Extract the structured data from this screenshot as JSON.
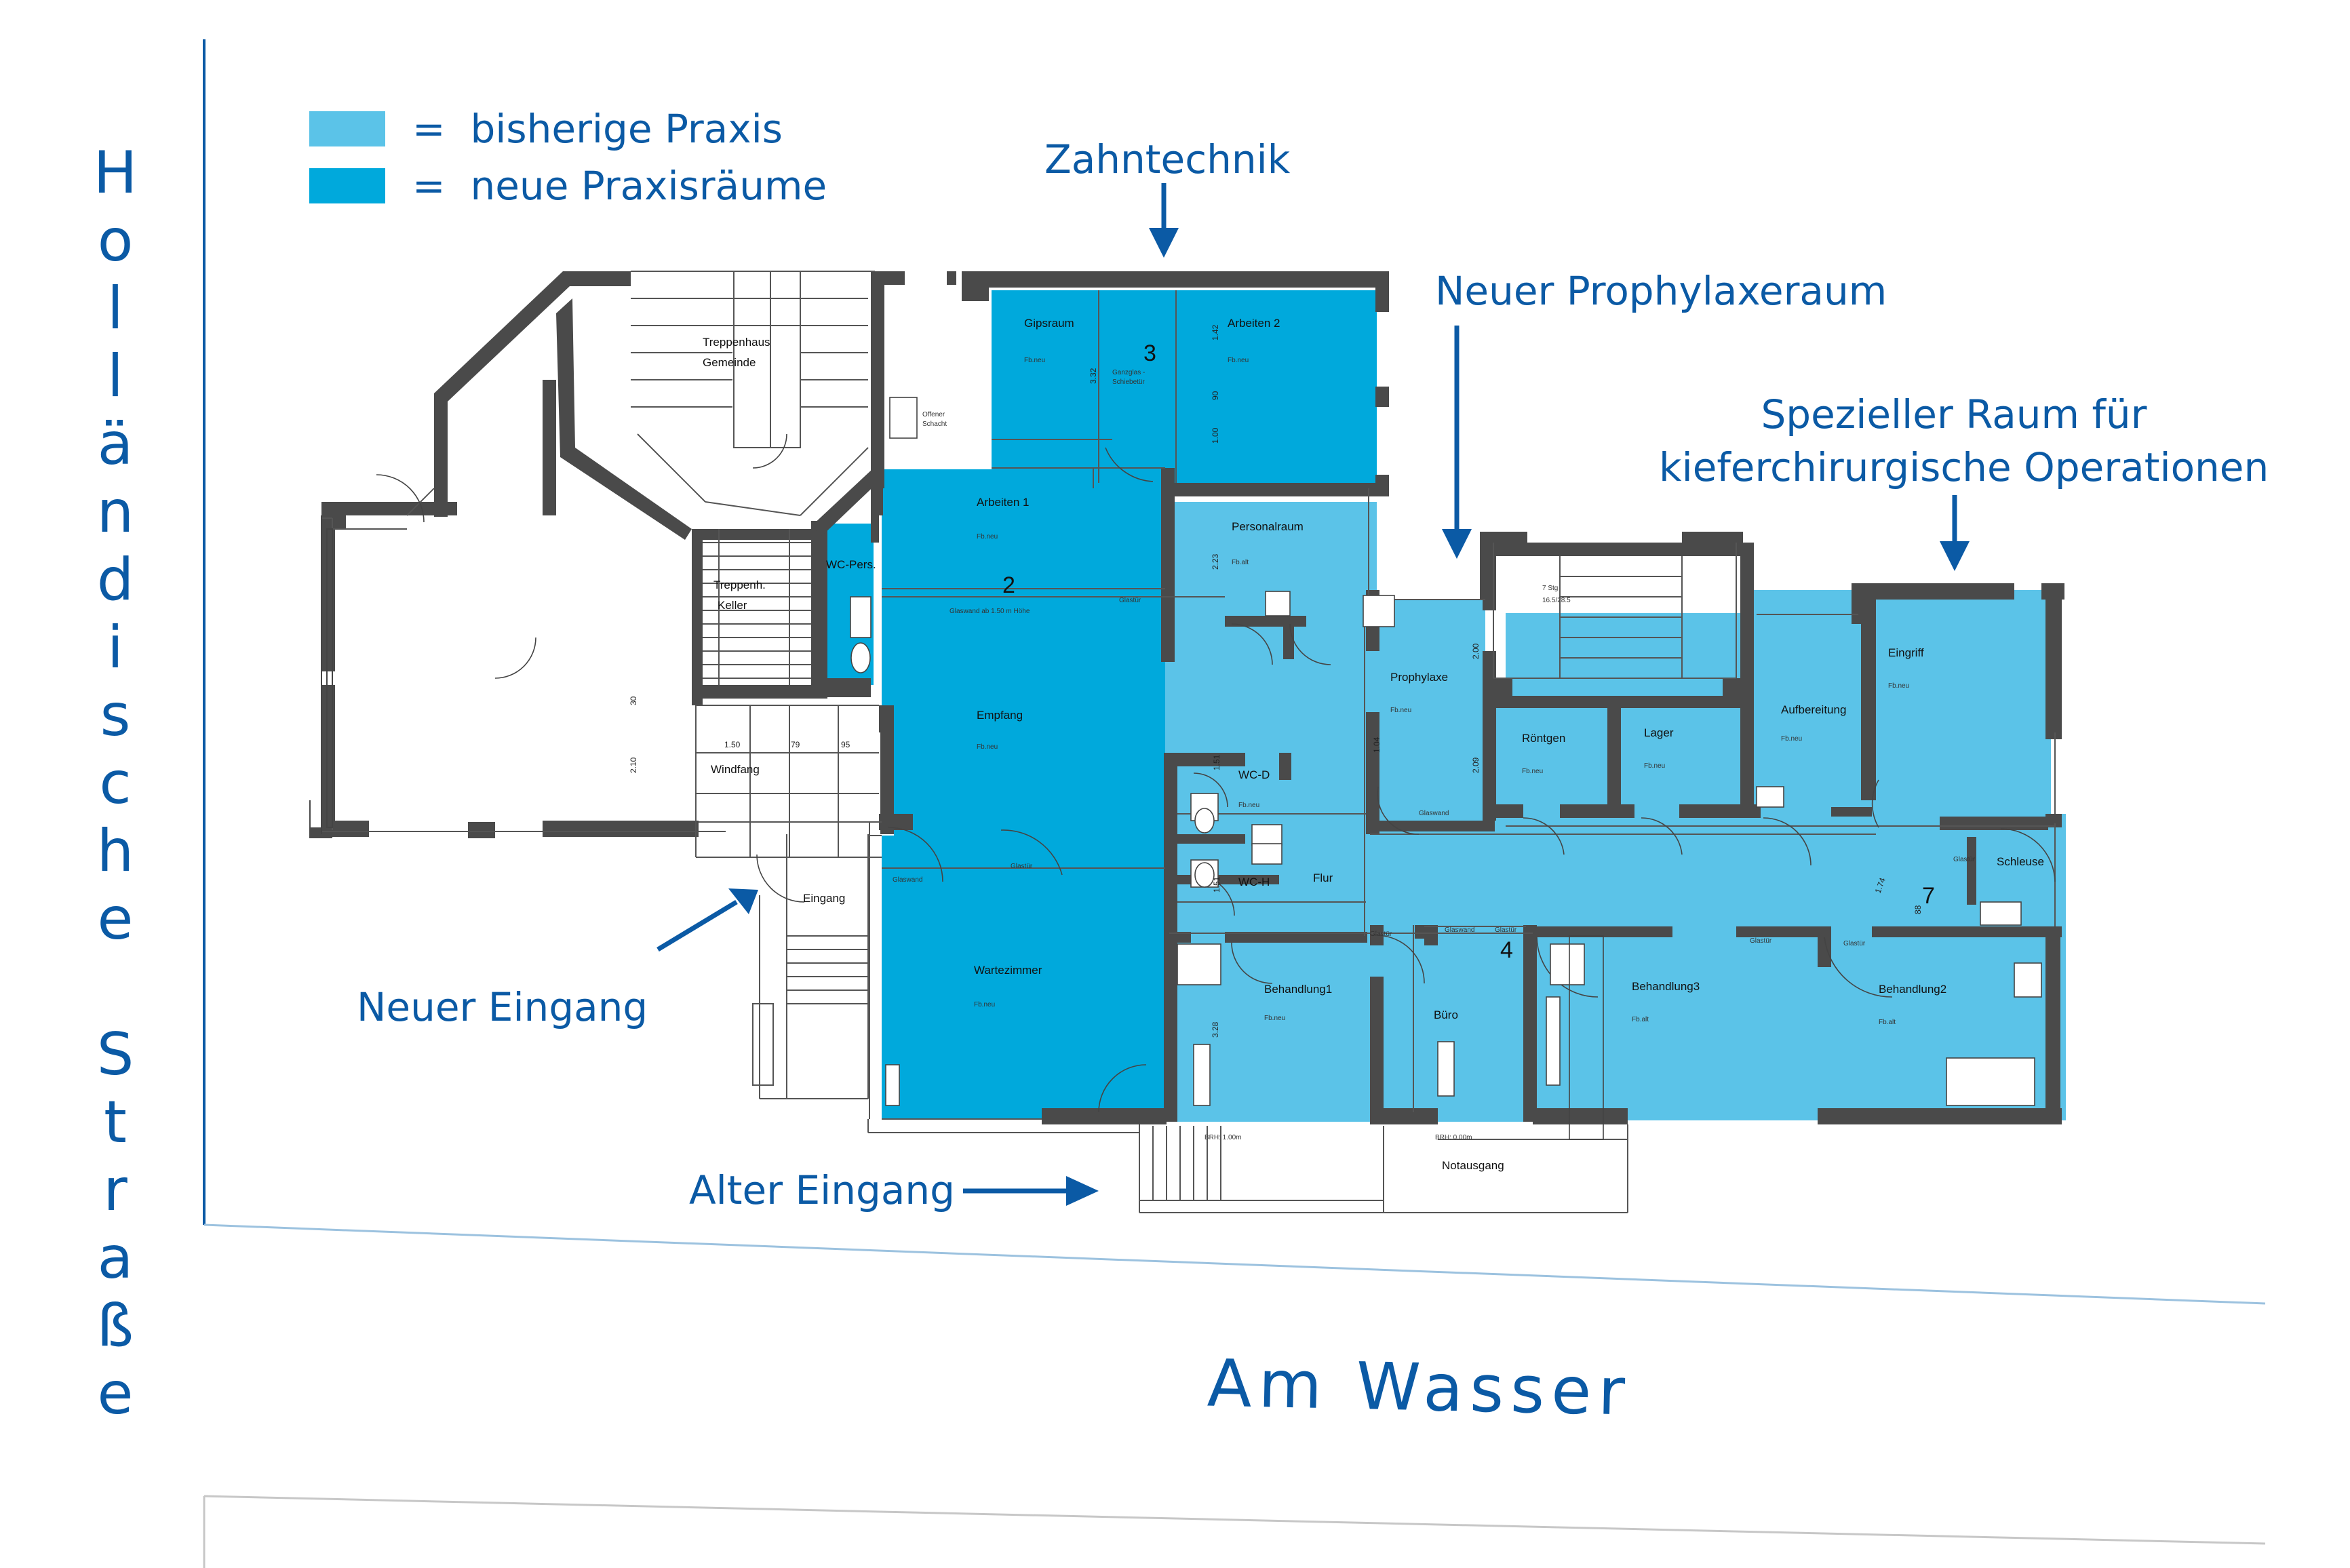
{
  "colors": {
    "bisherige": "#5bc3e8",
    "neue": "#00a9dc",
    "wall": "#4a4a4a",
    "accent": "#0b5aa5"
  },
  "legend": [
    {
      "symbol": "=",
      "label": "bisherige Praxis",
      "color": "#5bc3e8"
    },
    {
      "symbol": "=",
      "label": "neue Praxisräume",
      "color": "#00a9dc"
    }
  ],
  "streets": {
    "left_letters": [
      "H",
      "o",
      "l",
      "l",
      "ä",
      "n",
      "d",
      "i",
      "s",
      "c",
      "h",
      "e",
      "",
      "S",
      "t",
      "r",
      "a",
      "ß",
      "e"
    ],
    "bottom": "Am Wasser"
  },
  "callouts": {
    "zahntechnik": "Zahntechnik",
    "prophylaxe": "Neuer Prophylaxeraum",
    "spezial_line1": "Spezieller Raum für",
    "spezial_line2": "kieferchirurgische Operationen",
    "neuer_eingang": "Neuer Eingang",
    "alter_eingang": "Alter Eingang"
  },
  "rooms": {
    "treppenhaus_line1": "Treppenhaus",
    "treppenhaus_line2": "Gemeinde",
    "treppenh_keller_line1": "Treppenh.",
    "treppenh_keller_line2": "Keller",
    "wc_pers": "WC-Pers.",
    "windfang": "Windfang",
    "eingang": "Eingang",
    "offener_schacht_line1": "Offener",
    "offener_schacht_line2": "Schacht",
    "gipsraum": "Gipsraum",
    "arbeiten2": "Arbeiten 2",
    "arbeiten1": "Arbeiten 1",
    "personalraum": "Personalraum",
    "empfang": "Empfang",
    "wartezimmer": "Wartezimmer",
    "wc_d": "WC-D",
    "wc_h": "WC-H",
    "flur": "Flur",
    "prophylaxe": "Prophylaxe",
    "roentgen": "Röntgen",
    "lager": "Lager",
    "aufbereitung": "Aufbereitung",
    "eingriff": "Eingriff",
    "schleuse": "Schleuse",
    "behandlung1": "Behandlung1",
    "buero": "Büro",
    "behandlung3": "Behandlung3",
    "behandlung2": "Behandlung2",
    "notausgang": "Notausgang"
  },
  "room_numbers": [
    "2",
    "3",
    "4",
    "7"
  ],
  "notes": {
    "glaswand_hoehe": "Glaswand ab 1.50 m Höhe",
    "glastuer": "Glastür",
    "glaswand": "Glaswand",
    "ganzglas_line1": "Ganzglas -",
    "ganzglas_line2": "Schiebetür",
    "stg": "7 Stg",
    "stg_dim": "16.5/28.5",
    "brh1": "BRH: 1.00m",
    "brh0": "BRH: 0.00m"
  },
  "fb": {
    "neu": "Fb.neu",
    "alt": "Fb.alt"
  },
  "dims": [
    "1.50",
    "79",
    "95",
    "2.10",
    "30",
    "1.51",
    "1.51",
    "2.23",
    "3.28",
    "1.04",
    "2.09",
    "2.00",
    "3.32",
    "90",
    "1.00",
    "1.42",
    "1.74",
    "88"
  ]
}
